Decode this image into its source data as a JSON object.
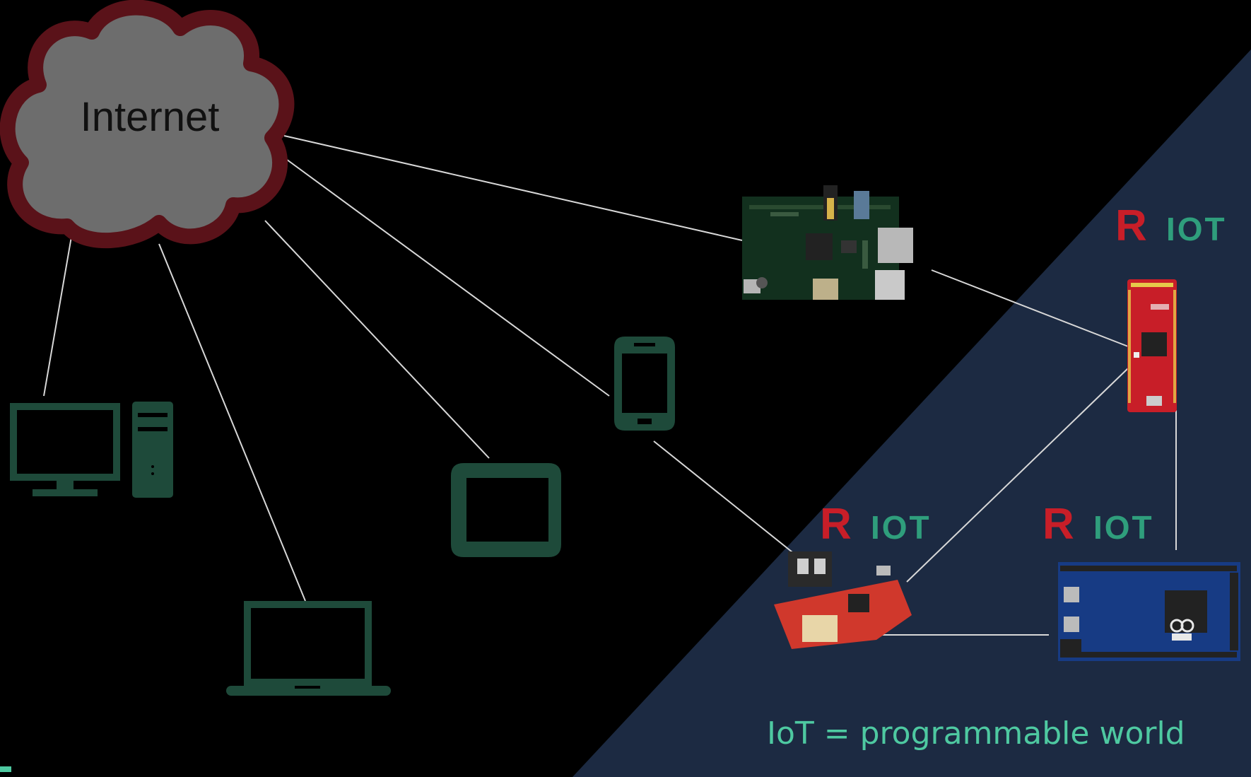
{
  "diagram": {
    "internet_label": "Internet",
    "riot_brand": {
      "prefix": "R",
      "suffix": "IOT"
    },
    "caption": "IoT = programmable world",
    "colors": {
      "background": "#000000",
      "iot_region": "#1c2a42",
      "cloud_fill": "#6d6d6d",
      "cloud_outline": "#5a1219",
      "device_icon": "#1e4a3a",
      "riot_red": "#c81e28",
      "riot_green": "#2f9e7c",
      "caption": "#4ec9a1",
      "link_line": "#d8d8d8"
    },
    "nodes": [
      {
        "id": "internet",
        "kind": "cloud-icon"
      },
      {
        "id": "desktop",
        "kind": "desktop-computer-icon"
      },
      {
        "id": "laptop",
        "kind": "laptop-icon"
      },
      {
        "id": "tablet",
        "kind": "tablet-icon"
      },
      {
        "id": "smartphone",
        "kind": "smartphone-icon"
      },
      {
        "id": "raspberry-pi",
        "kind": "raspberry-pi-board"
      },
      {
        "id": "xmc-board",
        "kind": "xmc-microcontroller-board"
      },
      {
        "id": "zolertia-board",
        "kind": "wireless-sensor-board"
      },
      {
        "id": "arduino-due",
        "kind": "arduino-due-board"
      }
    ],
    "edges": [
      [
        "internet",
        "desktop"
      ],
      [
        "internet",
        "laptop"
      ],
      [
        "internet",
        "tablet"
      ],
      [
        "internet",
        "smartphone"
      ],
      [
        "internet",
        "raspberry-pi"
      ],
      [
        "raspberry-pi",
        "xmc-board"
      ],
      [
        "xmc-board",
        "zolertia-board"
      ],
      [
        "xmc-board",
        "arduino-due"
      ],
      [
        "zolertia-board",
        "arduino-due"
      ],
      [
        "smartphone",
        "zolertia-board"
      ]
    ]
  }
}
